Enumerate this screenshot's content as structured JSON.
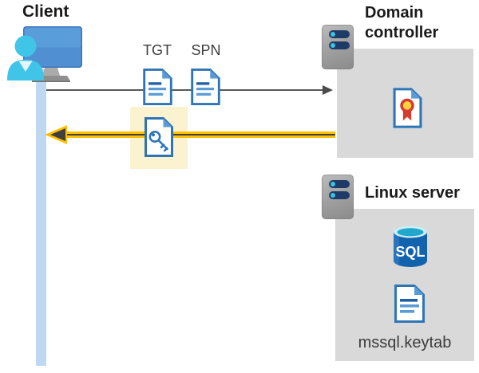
{
  "client": {
    "label": "Client"
  },
  "flow": {
    "tgt_label": "TGT",
    "spn_label": "SPN"
  },
  "domain_controller": {
    "label": "Domain controller"
  },
  "linux_server": {
    "label": "Linux server",
    "sql_badge": "SQL",
    "keytab_filename": "mssql.keytab"
  },
  "icons": {
    "client": "user-at-monitor",
    "tgt": "text-document",
    "spn": "text-document",
    "key_ticket": "key-document",
    "domain_controller": "server-tower",
    "certificate": "certificate-document",
    "linux_server": "server-tower",
    "sql": "sql-database-cylinder",
    "keytab": "text-document"
  },
  "colors": {
    "arrow-yellow": "#FFC000",
    "highlight-yellow": "#FBF3CF",
    "doc-blue": "#2E75B6",
    "fold-blue": "#5B9BD5",
    "box-gray": "#D9D9D9",
    "bar-blue": "#BFD8F2",
    "arrow-gray": "#595959",
    "server-navy": "#1E3A66",
    "dot-cyan": "#3EC1E0",
    "person-cyan": "#40C4E7"
  }
}
